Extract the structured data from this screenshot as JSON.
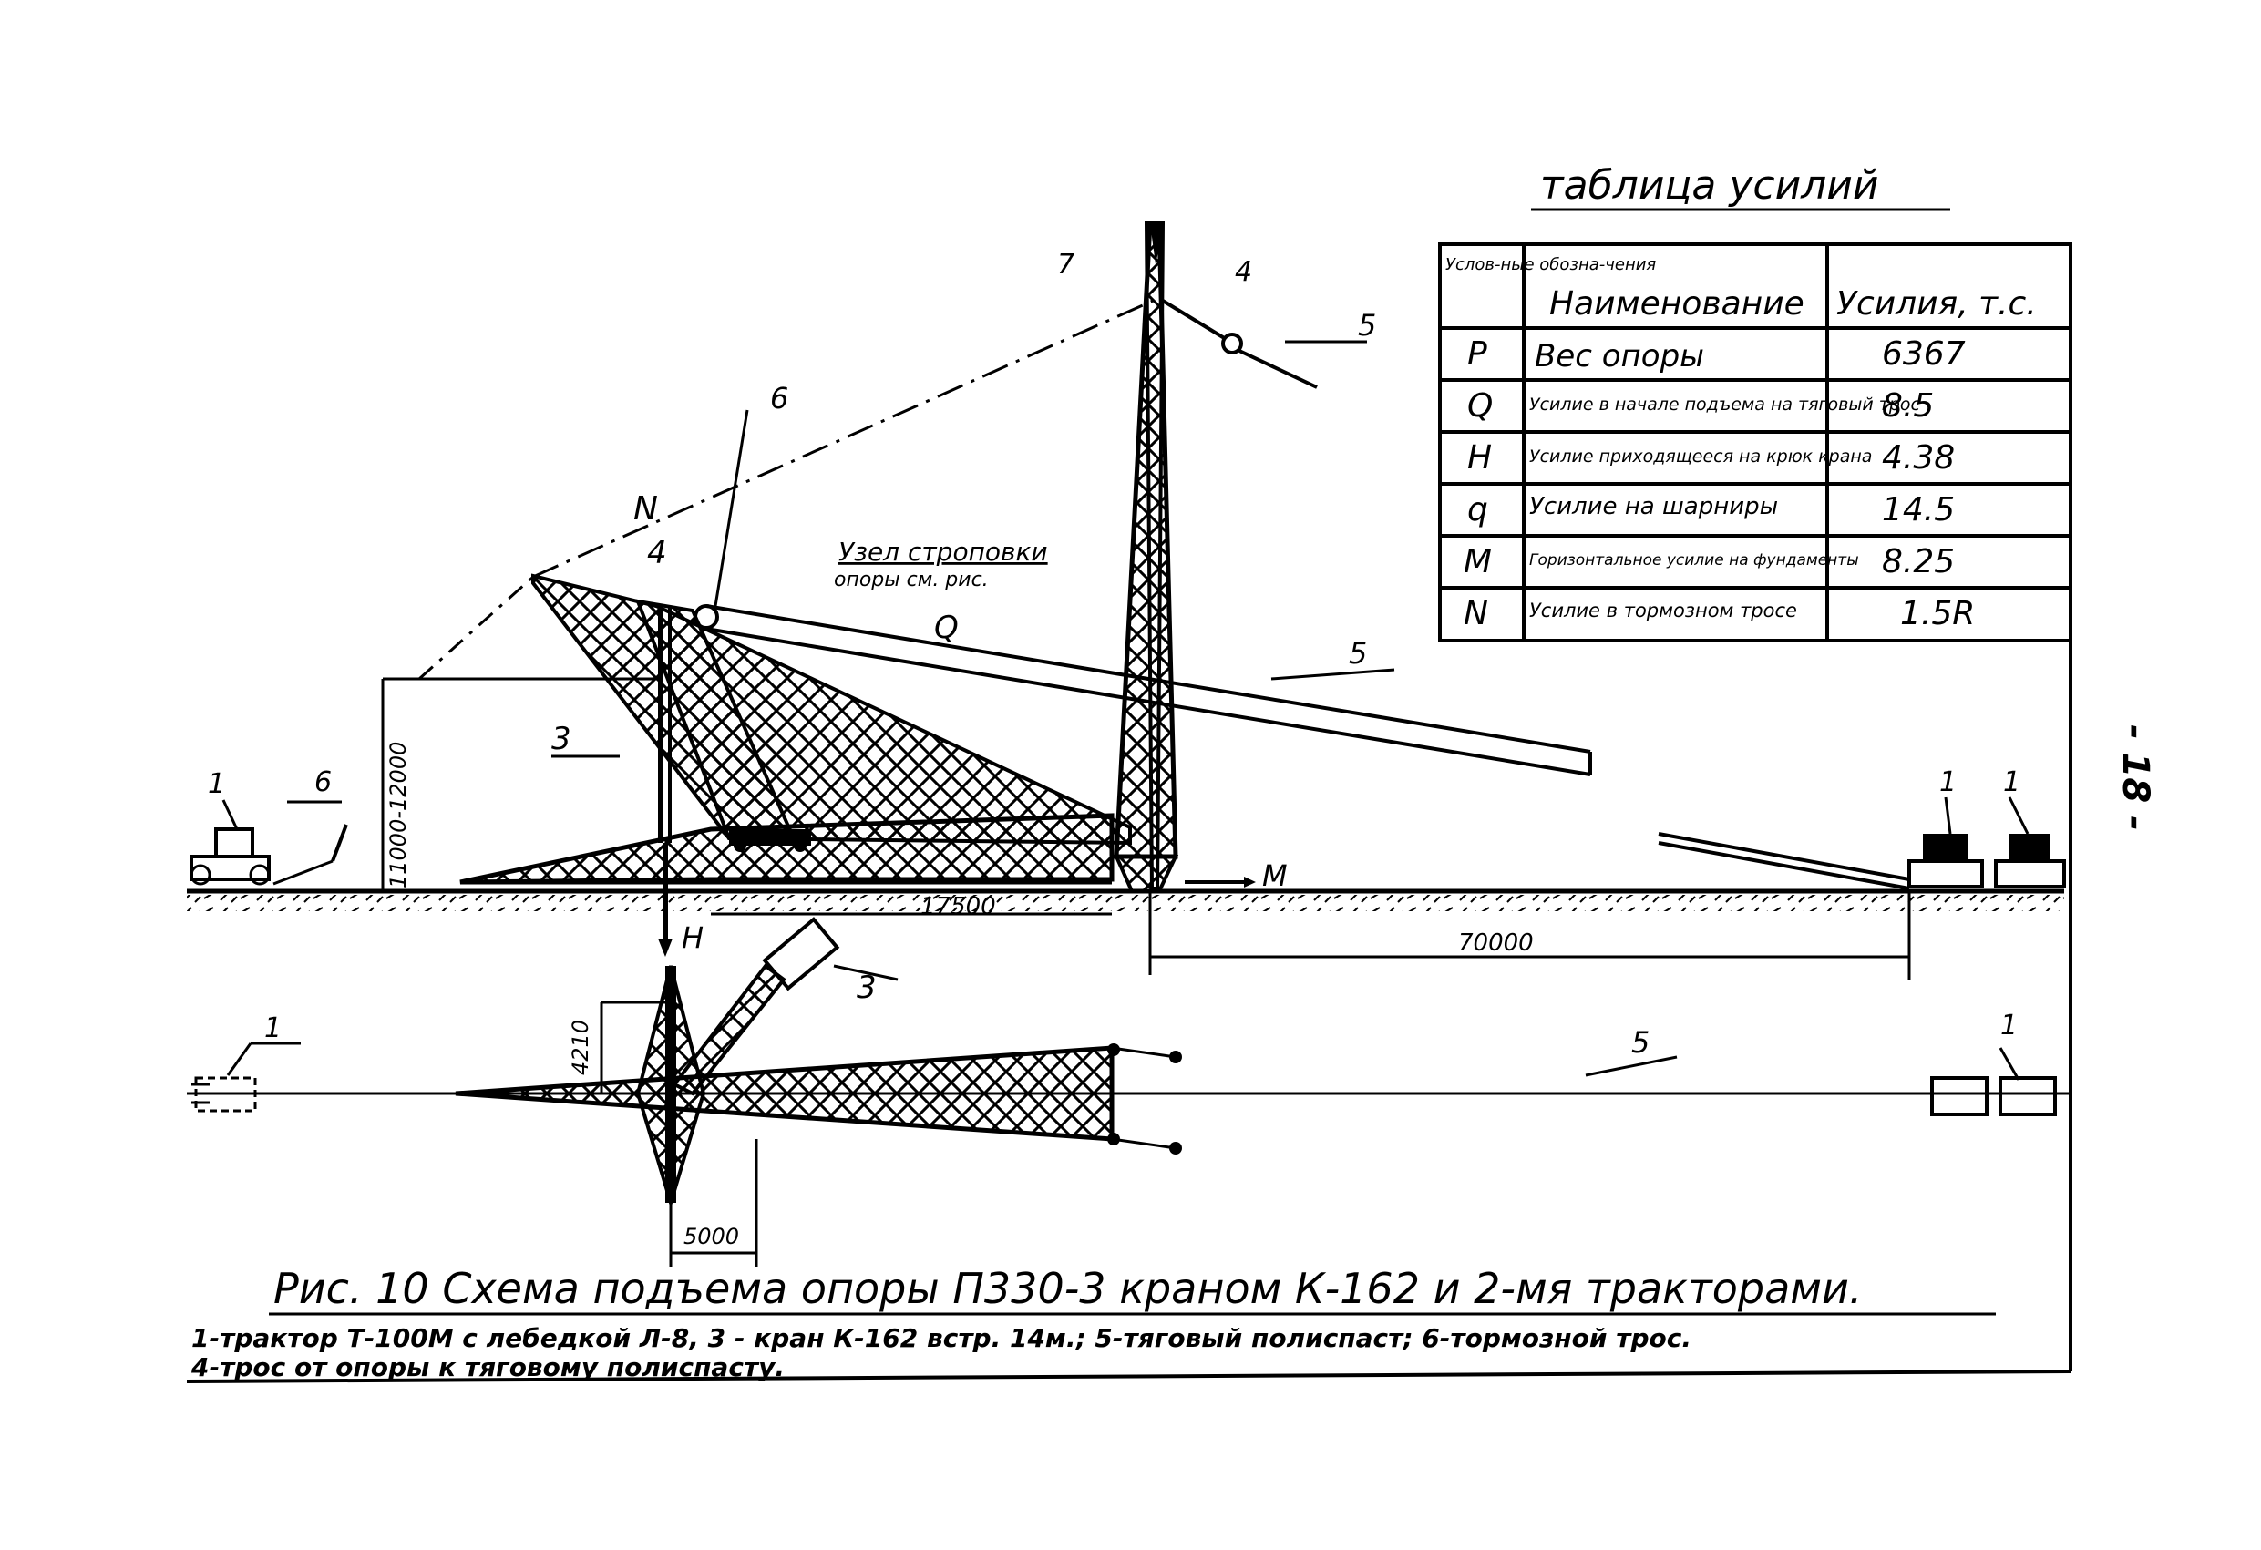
{
  "table": {
    "title": "таблица усилий",
    "headers": [
      "Услов-ные обозна-чения",
      "Наименование",
      "Усилия, т.с."
    ],
    "rows": [
      {
        "symbol": "P",
        "name": "Вес опоры",
        "value": "6367"
      },
      {
        "symbol": "Q",
        "name": "Усилие в начале подъема на тяговый трос",
        "value": "8.5"
      },
      {
        "symbol": "H",
        "name": "Усилие приходящееся на крюк крана",
        "value": "4.38"
      },
      {
        "symbol": "q",
        "name": "Усилие на шарниры",
        "value": "14.5"
      },
      {
        "symbol": "M",
        "name": "Горизонтальное усилие на фундаменты",
        "value": "8.25"
      },
      {
        "symbol": "N",
        "name": "Усилие в тормозном тросе",
        "value": "1.5R"
      }
    ]
  },
  "labels": {
    "l1a": "1",
    "l1b": "1",
    "l1c": "1",
    "l1d": "1",
    "l1e": "1",
    "l3a": "3",
    "l3b": "3",
    "l4a": "4",
    "l4b": "4",
    "l5a": "5",
    "l5b": "5",
    "l5c": "5",
    "l6a": "6",
    "l6b": "6",
    "l7": "7",
    "N": "N",
    "Q": "Q",
    "H": "H",
    "M": "M",
    "node_title": "Узел строповки",
    "node_sub": "опоры см. рис."
  },
  "dimensions": {
    "d12000": "11000-12000",
    "d17500": "17500",
    "d70000": "70000",
    "d4210": "4210",
    "d5000": "5000"
  },
  "page_number": "- 18 -",
  "caption": {
    "title": "Рис. 10  Схема подъема опоры П330-3 краном К-162 и 2-мя тракторами.",
    "legend_1": "1-трактор Т-100М с лебедкой Л-8, 3 - кран К-162 встр. 14м.; 5-тяговый полиспаст; 6-тормозной трос.",
    "legend_2": "4-трос от опоры к тяговому полиспасту."
  }
}
